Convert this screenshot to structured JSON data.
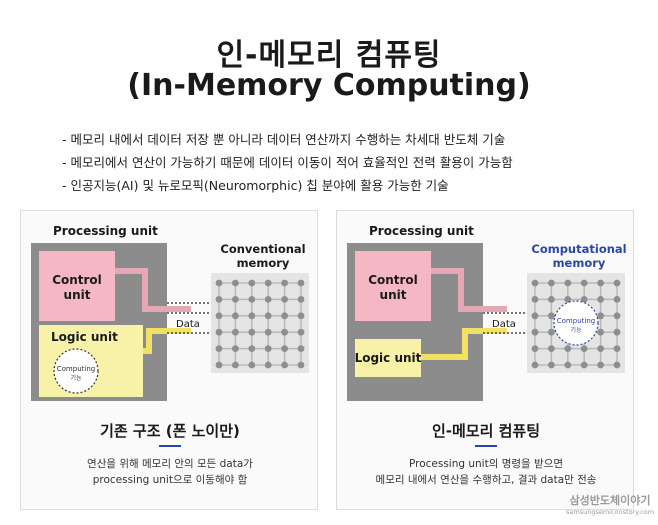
{
  "title": {
    "line1": "인-메모리 컴퓨팅",
    "line2": "(In-Memory Computing)"
  },
  "bullets": [
    "- 메모리 내에서 데이터 저장 뿐 아니라 데이터 연산까지 수행하는 차세대 반도체 기술",
    "- 메모리에서 연산이 가능하기 때문에 데이터 이동이 적어 효율적인 전력 활용이 가능함",
    "- 인공지능(AI) 및 뉴로모픽(Neuromorphic) 칩 분야에 활용 가능한 기술"
  ],
  "left_panel": {
    "processing_label": "Processing unit",
    "control_label_1": "Control",
    "control_label_2": "unit",
    "logic_label": "Logic unit",
    "computing_label": "Computing",
    "computing_sub": "기능",
    "memory_label_1": "Conventional",
    "memory_label_2": "memory",
    "data_label": "Data",
    "caption_title": "기존 구조 (폰 노이만)",
    "caption_desc_1": "연산을 위해 메모리 안의 모든 data가",
    "caption_desc_2": "processing unit으로 이동해야 함"
  },
  "right_panel": {
    "processing_label": "Processing unit",
    "control_label_1": "Control",
    "control_label_2": "unit",
    "logic_label": "Logic unit",
    "computing_label": "Computing",
    "computing_sub": "기능",
    "memory_label_1": "Computational",
    "memory_label_2": "memory",
    "data_label": "Data",
    "caption_title": "인-메모리 컴퓨팅",
    "caption_desc_1": "Processing unit의 명령을 받으면",
    "caption_desc_2": "메모리 내에서 연산을 수행하고, 결과 data만 전송"
  },
  "watermark": {
    "line1": "삼성반도체이야기",
    "line2": "samsungsemiconstory.com"
  },
  "colors": {
    "processing_gray": "#8c8c8c",
    "control_pink": "#f6b7c4",
    "logic_yellow": "#f7f2a8",
    "connector_yellow": "#f2e163",
    "memory_bg": "#e4e4e4",
    "grid_line": "#b9b9b9",
    "grid_node": "#8e8e8e",
    "accent_blue": "#2b46a6"
  }
}
